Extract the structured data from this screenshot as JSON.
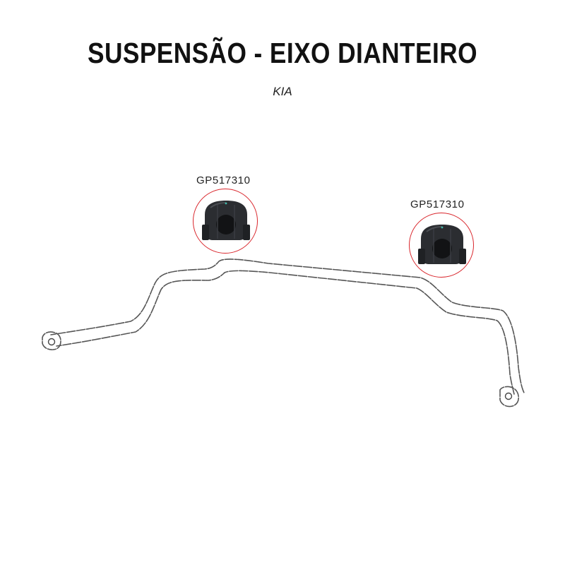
{
  "header": {
    "title": "SUSPENSÃO - EIXO DIANTEIRO",
    "subtitle": "KIA"
  },
  "parts": [
    {
      "code": "GP517310",
      "icon": "stabilizer-bushing-icon"
    },
    {
      "code": "GP517310",
      "icon": "stabilizer-bushing-icon"
    }
  ],
  "colors": {
    "callout_ring": "#d9252b",
    "bushing": "#2b2d31",
    "outline": "#555555"
  }
}
